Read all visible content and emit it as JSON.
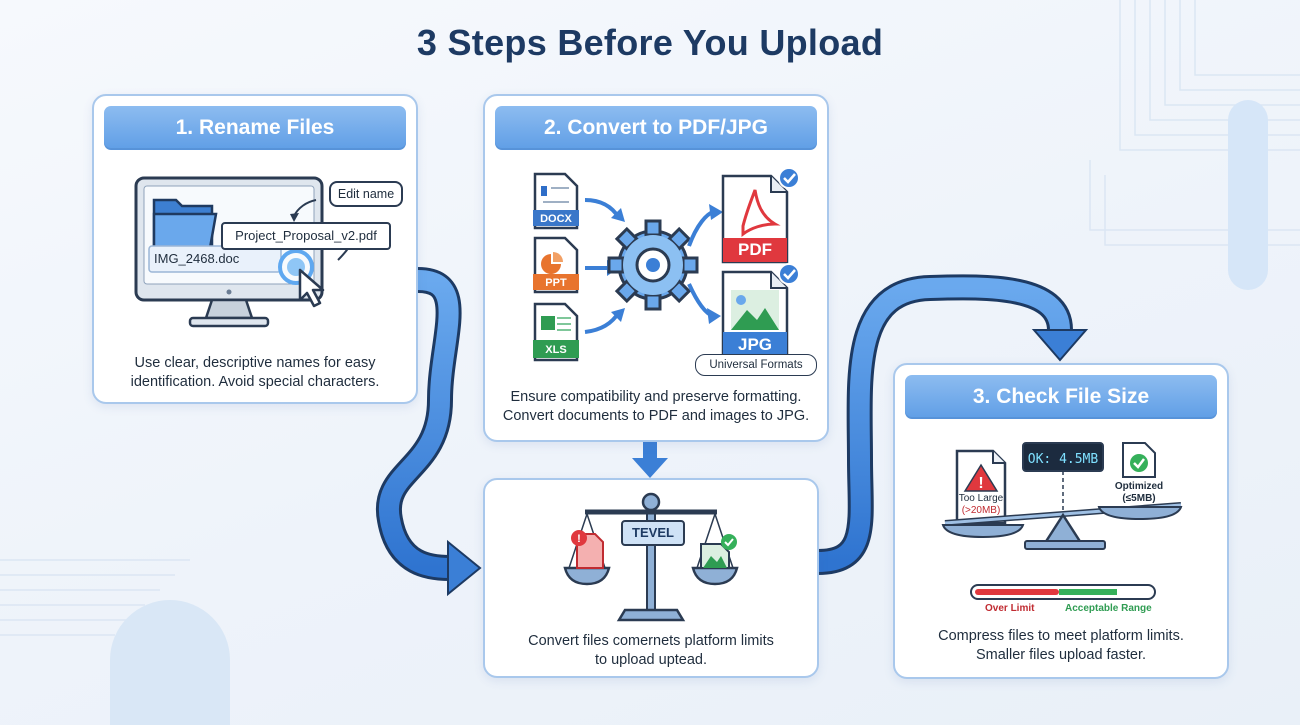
{
  "title": "3 Steps Before You Upload",
  "step1": {
    "header": "1. Rename Files",
    "callout": "Edit name",
    "new_name": "Project_Proposal_v2.pdf",
    "old_name": "IMG_2468.doc",
    "caption": [
      "Use clear, descriptive names for easy",
      "identification. Avoid special characters."
    ]
  },
  "step2": {
    "header": "2. Convert to PDF/JPG",
    "inputs": [
      "DOCX",
      "PPT",
      "XLS"
    ],
    "outputs": [
      "PDF",
      "JPG"
    ],
    "badge": "Universal Formats",
    "caption": [
      "Ensure compatibility and preserve formatting.",
      "Convert documents to PDF and images to JPG."
    ]
  },
  "middle": {
    "sign": "TEVEL",
    "caption": [
      "Convert files comernets platform limits",
      "to upload uptead."
    ]
  },
  "step3": {
    "header": "3. Check File Size",
    "display": "OK: 4.5MB",
    "too_large": [
      "Too Large",
      "(>20MB)"
    ],
    "optimized": [
      "Optimized",
      "(≤5MB)"
    ],
    "over_limit": "Over Limit",
    "acceptable": "Acceptable Range",
    "caption": [
      "Compress files to meet platform limits.",
      "Smaller files upload faster."
    ]
  },
  "colors": {
    "accent": "#4a8de0",
    "navy": "#1d3a63",
    "danger": "#e0383e",
    "success": "#35b05a"
  }
}
